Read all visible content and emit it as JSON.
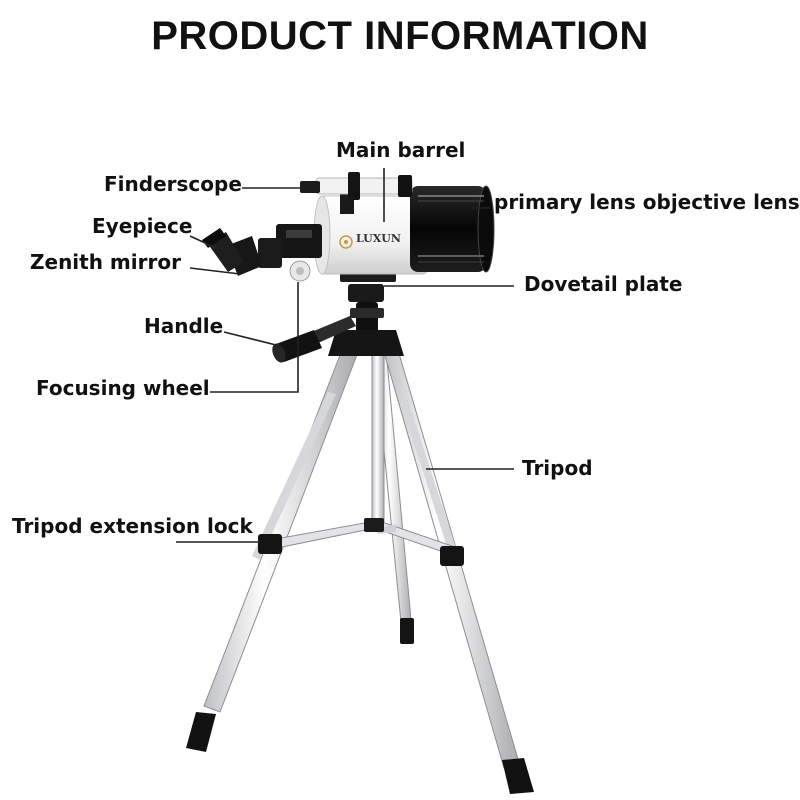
{
  "title": "PRODUCT INFORMATION",
  "brand": "LUXUN",
  "labels": {
    "main_barrel": "Main barrel",
    "finderscope": "Finderscope",
    "primary_lens": "primary lens objective lens",
    "eyepiece": "Eyepiece",
    "zenith_mirror": "Zenith mirror",
    "dovetail_plate": "Dovetail plate",
    "handle": "Handle",
    "focusing_wheel": "Focusing wheel",
    "tripod": "Tripod",
    "tripod_extension_lock": "Tripod extension lock"
  },
  "colors": {
    "text": "#111111",
    "leader_line": "#222222",
    "tube_white": "#f4f4f4",
    "lens_black": "#111111",
    "leg_silver": "#e9e9ea",
    "leg_edge": "#9a9a9e",
    "plastic_black": "#151515"
  }
}
